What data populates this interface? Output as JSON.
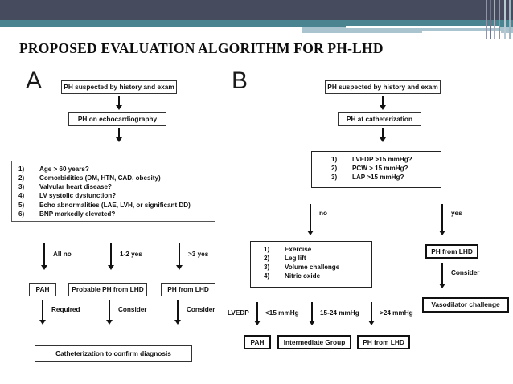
{
  "slide": {
    "title": "PROPOSED EVALUATION ALGORITHM FOR PH-LHD",
    "background": "#ffffff",
    "header_colors": {
      "navy": "#464b5e",
      "teal": "#4a8490",
      "light_blue": "#a9c4ce",
      "white": "#ffffff"
    }
  },
  "figure": {
    "panel_a": {
      "letter": "A",
      "nodes": {
        "start": "PH suspected by history and exam",
        "echo": "PH on echocardiography",
        "criteria_title": "",
        "criteria": [
          {
            "num": "1)",
            "text": "Age > 60 years?"
          },
          {
            "num": "2)",
            "text": "Comorbidities (DM, HTN, CAD, obesity)"
          },
          {
            "num": "3)",
            "text": "Valvular heart disease?"
          },
          {
            "num": "4)",
            "text": "LV systolic dysfunction?"
          },
          {
            "num": "5)",
            "text": "Echo abnormalities (LAE, LVH, or significant DD)"
          },
          {
            "num": "6)",
            "text": "BNP markedly elevated?"
          }
        ],
        "outcome_left": "PAH",
        "outcome_mid": "Probable PH from LHD",
        "outcome_right": "PH from LHD",
        "final": "Catheterization to confirm diagnosis"
      },
      "edge_labels": {
        "branch_left": "All no",
        "branch_mid": "1-2 yes",
        "branch_right": ">3 yes",
        "final_left": "Required",
        "final_mid": "Consider",
        "final_right": "Consider"
      }
    },
    "panel_b": {
      "letter": "B",
      "nodes": {
        "start": "PH suspected by history and exam",
        "cath": "PH at catheterization",
        "criteria": [
          {
            "num": "1)",
            "text": "LVEDP >15 mmHg?"
          },
          {
            "num": "2)",
            "text": "PCW > 15 mmHg?"
          },
          {
            "num": "3)",
            "text": "LAP >15 mmHg?"
          }
        ],
        "provocative": [
          {
            "num": "1)",
            "text": "Exercise"
          },
          {
            "num": "2)",
            "text": "Leg lift"
          },
          {
            "num": "3)",
            "text": "Volume challenge"
          },
          {
            "num": "4)",
            "text": "Nitric oxide"
          }
        ],
        "ph_from_lhd": "PH from LHD",
        "vasodilator": "Vasodilator challenge",
        "outcome_left": "PAH",
        "outcome_mid": "Intermediate Group",
        "outcome_right": "PH from LHD"
      },
      "edge_labels": {
        "branch_no": "no",
        "branch_yes": "yes",
        "consider": "Consider",
        "lvedp_prefix": "LVEDP",
        "lvedp_low": "<15 mmHg",
        "lvedp_mid": "15-24 mmHg",
        "lvedp_high": ">24 mmHg"
      }
    }
  }
}
